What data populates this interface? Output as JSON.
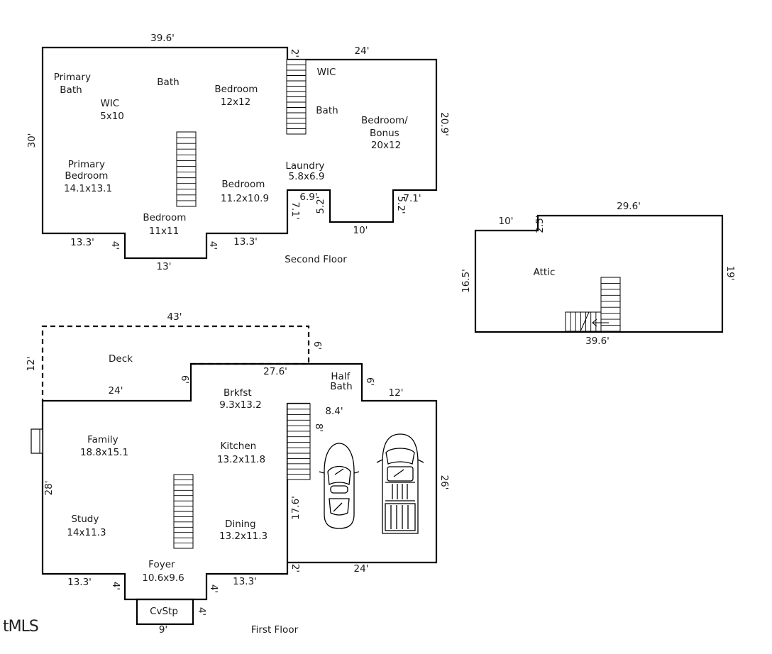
{
  "second_floor": {
    "label": "Second Floor",
    "rooms": {
      "primary_bath": [
        "Primary",
        "Bath"
      ],
      "bath": [
        "Bath"
      ],
      "bedroom_a": [
        "Bedroom",
        "12x12"
      ],
      "wic": [
        "WIC",
        "5x10"
      ],
      "primary_bedroom": [
        "Primary",
        "Bedroom",
        "14.1x13.1"
      ],
      "bedroom_b": [
        "Bedroom",
        "11.2x10.9"
      ],
      "bedroom_c": [
        "Bedroom",
        "11x11"
      ],
      "laundry": [
        "Laundry",
        "5.8x6.9"
      ],
      "wic_right": [
        "WIC"
      ],
      "bath_right": [
        "Bath"
      ],
      "bedroom_bonus": [
        "Bedroom/",
        "Bonus",
        "20x12"
      ]
    },
    "dims": {
      "top": "39.6'",
      "left": "30'",
      "bottom_left": "13.3'",
      "notch_left": "4'",
      "notch_bottom": "13'",
      "notch_right": "4'",
      "bottom_mid": "13.3'",
      "step_top": "2'",
      "right_top": "24'",
      "right_side": "20.9'",
      "laundry_width": "6.9'",
      "laundry_left": "7.1'",
      "laundry_right": "5.2'",
      "bay_bottom": "10'",
      "bay_right": "5.2'",
      "bay_ledge": "7.1'"
    }
  },
  "attic": {
    "label": "Attic",
    "dims": {
      "top_left": "10'",
      "step": "2.5'",
      "top_right": "29.6'",
      "left": "16.5'",
      "right": "19'",
      "bottom": "39.6'"
    }
  },
  "first_floor": {
    "label": "First Floor",
    "rooms": {
      "deck": [
        "Deck"
      ],
      "half_bath": [
        "Half",
        "Bath"
      ],
      "brkfst": [
        "Brkfst",
        "9.3x13.2"
      ],
      "family": [
        "Family",
        "18.8x15.1"
      ],
      "kitchen": [
        "Kitchen",
        "13.2x11.8"
      ],
      "study": [
        "Study",
        "14x11.3"
      ],
      "dining": [
        "Dining",
        "13.2x11.3"
      ],
      "foyer": [
        "Foyer",
        "10.6x9.6"
      ],
      "cvstp": [
        "CvStp"
      ]
    },
    "dims": {
      "deck_top": "43'",
      "deck_left": "12'",
      "deck_right": "6'",
      "deck_bottom": "24'",
      "deck_step": "6'",
      "kitchen_top": "27.6'",
      "halfbath_right": "6'",
      "garage_top": "12'",
      "halfbath_bottom": "8.4'",
      "garage_notch": "8'",
      "left": "28'",
      "garage_inner": "17.6'",
      "garage_right": "26'",
      "garage_bottom": "24'",
      "garage_step": "2'",
      "bottom_left": "13.3'",
      "notch_left": "4'",
      "notch_right": "4'",
      "bottom_right": "13.3'",
      "cvstp_right": "4'",
      "cvstp_bottom": "9'"
    }
  },
  "logo_text": "tMLS"
}
